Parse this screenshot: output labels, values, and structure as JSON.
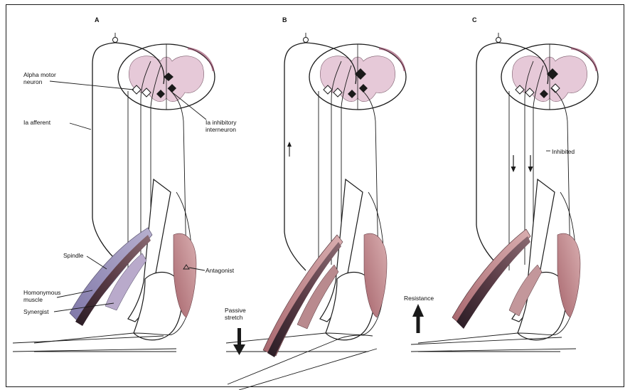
{
  "panels": [
    {
      "letter": "A"
    },
    {
      "letter": "B"
    },
    {
      "letter": "C"
    }
  ],
  "labels": {
    "alpha_motor_neuron_line1": "Alpha motor",
    "alpha_motor_neuron_line2": "neuron",
    "ia_afferent": "Ia  afferent",
    "ia_inhibitory_line1": "Ia  inhibitory",
    "ia_inhibitory_line2": "interneuron",
    "spindle": "Spindle",
    "homonymous_line1": "Homonymous",
    "homonymous_line2": "muscle",
    "synergist": "Synergist",
    "antagonist": "Antagonist",
    "passive_stretch_line1": "Passive",
    "passive_stretch_line2": "stretch",
    "resistance": "Resistance",
    "inhibited": "Inhibited"
  },
  "colors": {
    "cord_fill": "#e6c9d8",
    "muscle_pink": "#c98f93",
    "muscle_blue": "#9a8fb4",
    "ink": "#1a1a1a"
  }
}
